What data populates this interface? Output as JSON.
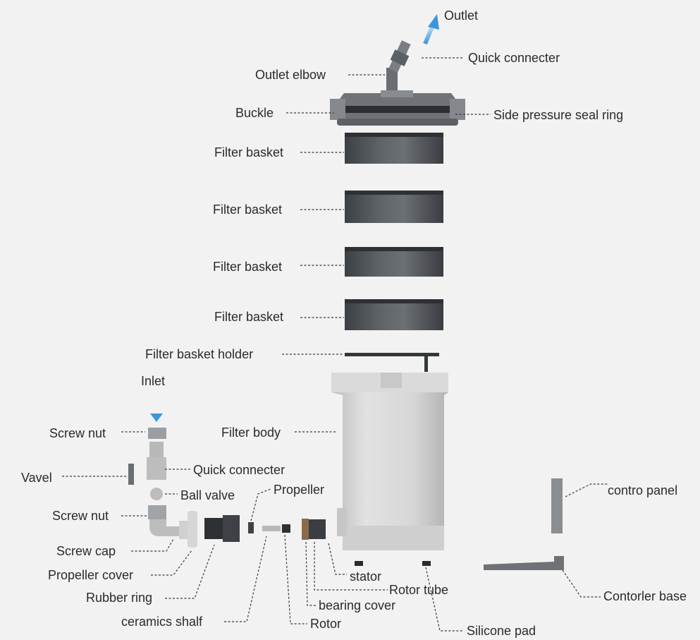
{
  "labels": {
    "outlet": "Outlet",
    "quick_connecter_top": "Quick connecter",
    "outlet_elbow": "Outlet elbow",
    "buckle": "Buckle",
    "side_pressure_seal_ring": "Side pressure seal ring",
    "filter_basket_1": "Filter basket",
    "filter_basket_2": "Filter basket",
    "filter_basket_3": "Filter basket",
    "filter_basket_4": "Filter basket",
    "filter_basket_holder": "Filter basket holder",
    "inlet": "Inlet",
    "screw_nut_top": "Screw nut",
    "filter_body": "Filter body",
    "vavel": "Vavel",
    "quick_connecter_mid": "Quick connecter",
    "ball_valve": "Ball valve",
    "propeller": "Propeller",
    "contro_panel": "contro panel",
    "screw_nut_bottom": "Screw nut",
    "screw_cap": "Screw cap",
    "propeller_cover": "Propeller cover",
    "stator": "stator",
    "rotor_tube": "Rotor tube",
    "contorler_base": "Contorler base",
    "rubber_ring": "Rubber ring",
    "bearing_cover": "bearing cover",
    "ceramics_shalf": "ceramics shalf",
    "rotor": "Rotor",
    "silicone_pad": "Silicone pad"
  },
  "colors": {
    "background": "#f2f2f2",
    "text": "#2a2a2a",
    "dark_part": "#4a4e52",
    "light_part": "#d4d4d4",
    "flow_arrow": "#4aa3e0"
  }
}
